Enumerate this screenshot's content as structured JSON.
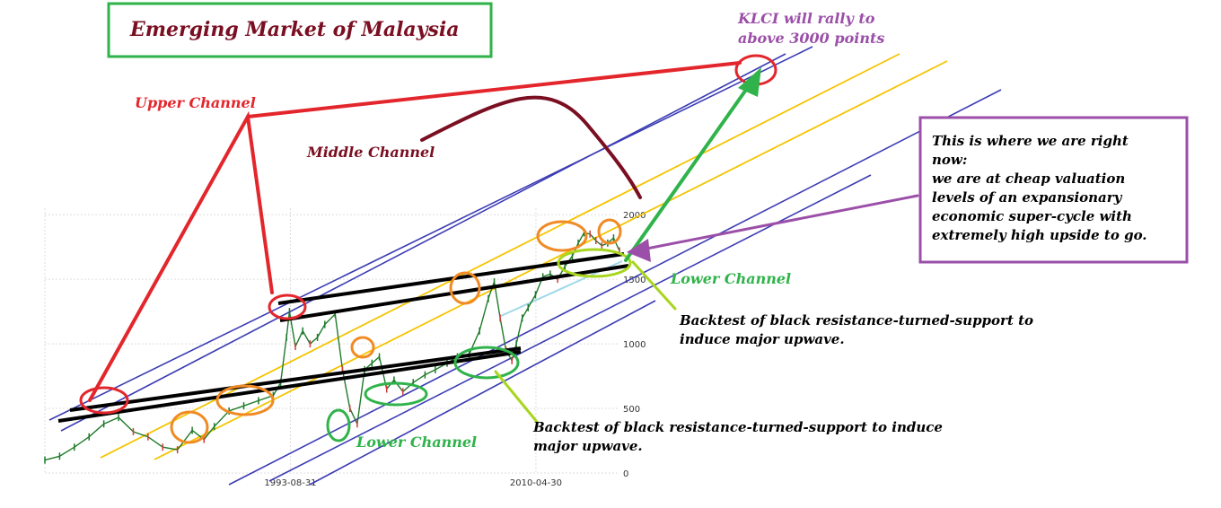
{
  "chart_data": {
    "type": "line",
    "title": "Emerging Market of Malaysia",
    "xlabel": "",
    "ylabel": "",
    "y_ticks": [
      0,
      500,
      1000,
      1500,
      2000
    ],
    "x_ticks": [
      "1993-08-31",
      "2010-04-30"
    ],
    "ylim": [
      0,
      2050
    ],
    "x_range_years": [
      1977,
      2016
    ],
    "grid": true,
    "series": [
      {
        "x": [
          1977.0,
          1978.0,
          1979.0,
          1980.0,
          1981.0,
          1982.0,
          1983.0,
          1984.0,
          1985.0,
          1986.0,
          1987.0,
          1987.8,
          1988.5,
          1989.5,
          1990.5,
          1991.5,
          1992.5,
          1993.0,
          1993.4,
          1993.6,
          1994.0,
          1994.5,
          1995.0,
          1995.5,
          1996.0,
          1996.7,
          1997.2,
          1997.7,
          1998.2,
          1998.7,
          1999.2,
          1999.7,
          2000.2,
          2000.7,
          2001.3,
          2002.0,
          2002.8,
          2003.5,
          2004.3,
          2005.0,
          2005.8,
          2006.5,
          2007.1,
          2007.5,
          2007.9,
          2008.3,
          2008.7,
          2009.0,
          2009.4,
          2009.8,
          2010.3,
          2010.8,
          2011.3,
          2011.8,
          2012.3,
          2012.8,
          2013.2,
          2013.6,
          2014.0,
          2014.4,
          2014.8,
          2015.2,
          2015.6,
          2016.0
        ],
        "y": [
          100,
          130,
          200,
          280,
          380,
          430,
          320,
          280,
          200,
          180,
          330,
          260,
          360,
          480,
          520,
          560,
          600,
          700,
          1050,
          1250,
          980,
          1100,
          1000,
          1050,
          1150,
          1230,
          800,
          500,
          380,
          800,
          850,
          900,
          650,
          720,
          630,
          700,
          760,
          800,
          850,
          900,
          920,
          1100,
          1350,
          1480,
          1200,
          950,
          870,
          1000,
          1200,
          1280,
          1380,
          1520,
          1540,
          1500,
          1600,
          1680,
          1780,
          1860,
          1850,
          1800,
          1760,
          1780,
          1820,
          1720
        ]
      }
    ]
  },
  "annotations": {
    "title": "Emerging Market of Malaysia",
    "upper_channel": "Upper Channel",
    "middle_channel": "Middle Channel",
    "lower_channel_right": "Lower Channel",
    "lower_channel_bottom": "Lower Channel",
    "klci_line1": "KLCI will rally to",
    "klci_line2": "above 3000 points",
    "callout_lines": [
      "This is where we are right",
      "now:",
      "we are at cheap valuation",
      "levels of an expansionary",
      "economic super-cycle with",
      "extremely high upside to go."
    ],
    "backtest1_line1": "Backtest of black resistance-turned-support to",
    "backtest1_line2": "induce major upwave.",
    "backtest2_line1": "Backtest of black resistance-turned-support to induce",
    "backtest2_line2": "major upwave."
  },
  "colors": {
    "red": "#e3262c",
    "maroon": "#7a0f22",
    "green": "#2fb34a",
    "lime": "#a8d61e",
    "purple": "#9b4fa8",
    "blue": "#3c3cb4",
    "yellow": "#f5c400",
    "orange": "#f08a24"
  }
}
